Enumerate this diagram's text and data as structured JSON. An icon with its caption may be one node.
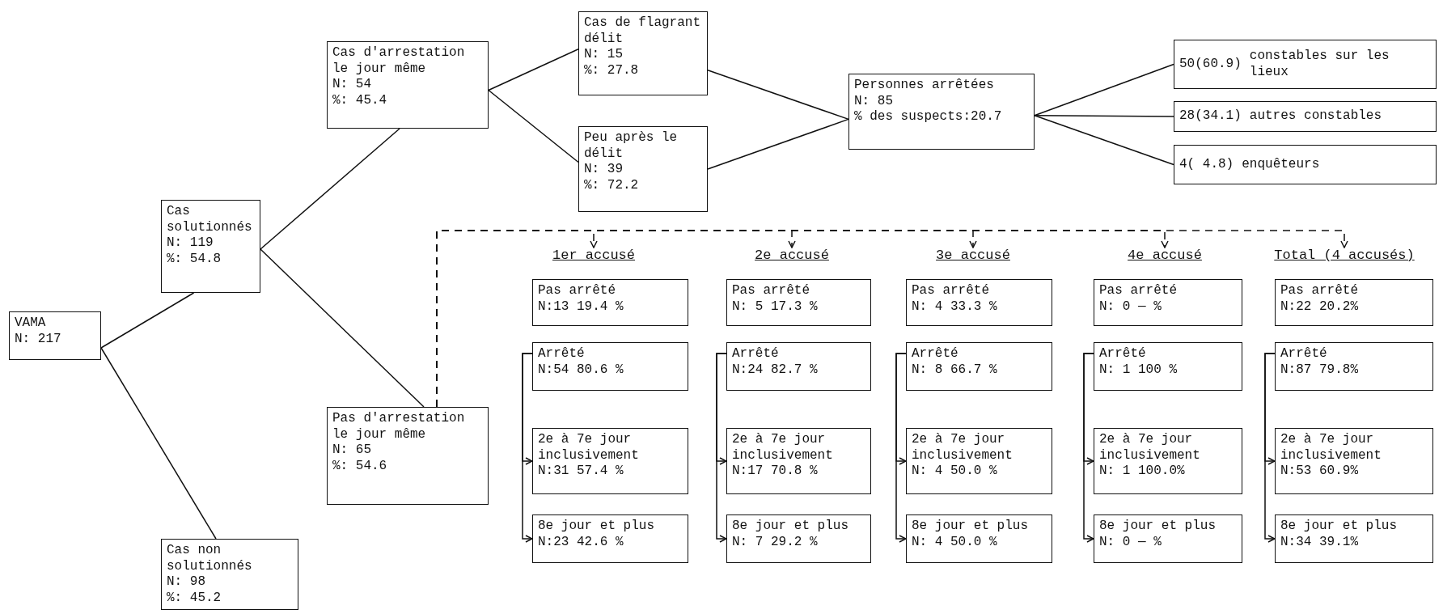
{
  "diagram": {
    "nodes": [
      {
        "text": [
          "VAMA",
          "N: 217"
        ]
      },
      {
        "text": [
          "Cas solutionnés",
          "N: 119",
          "%: 54.8"
        ]
      },
      {
        "text": [
          "Cas non solutionnés",
          "N: 98",
          "%: 45.2"
        ]
      },
      {
        "text": [
          "Cas d'arrestation le jour même",
          "N: 54",
          "%: 45.4"
        ]
      },
      {
        "text": [
          "Pas d'arrestation le jour même",
          "N: 65",
          "%: 54.6"
        ]
      },
      {
        "text": [
          "Cas de flagrant délit",
          "N: 15",
          "%: 27.8"
        ]
      },
      {
        "text": [
          "Peu après le délit",
          "N: 39",
          "%: 72.2"
        ]
      },
      {
        "text": [
          "Personnes arrêtées",
          "N: 85",
          "% des suspects:20.7"
        ]
      },
      {
        "text": [
          "50(60.9)",
          "constables sur les lieux"
        ]
      },
      {
        "text": [
          "28(34.1)",
          "autres constables"
        ]
      },
      {
        "text": [
          "4( 4.8)",
          "enquêteurs"
        ]
      },
      {
        "text": [
          "1er accusé"
        ]
      },
      {
        "text": [
          "2e accusé"
        ]
      },
      {
        "text": [
          "3e accusé"
        ]
      },
      {
        "text": [
          "4e accusé"
        ]
      },
      {
        "text": [
          "Total (4 accusés)"
        ]
      },
      {
        "text": [
          "Pas arrêté",
          "N:13 19.4 %"
        ]
      },
      {
        "text": [
          "Arrêté",
          "N:54 80.6 %"
        ]
      },
      {
        "text": [
          "2e à 7e jour inclusivement",
          "N:31 57.4 %"
        ]
      },
      {
        "text": [
          "8e jour et plus",
          "N:23 42.6 %"
        ]
      },
      {
        "text": [
          "Pas arrêté",
          "N: 5 17.3 %"
        ]
      },
      {
        "text": [
          "Arrêté",
          "N:24 82.7 %"
        ]
      },
      {
        "text": [
          "2e à 7e jour inclusivement",
          "N:17 70.8 %"
        ]
      },
      {
        "text": [
          "8e jour et plus",
          "N: 7 29.2 %"
        ]
      },
      {
        "text": [
          "Pas arrêté",
          "N: 4 33.3 %"
        ]
      },
      {
        "text": [
          "Arrêté",
          "N: 8 66.7 %"
        ]
      },
      {
        "text": [
          "2e à 7e jour inclusivement",
          "N: 4 50.0 %"
        ]
      },
      {
        "text": [
          "8e jour et plus",
          "N: 4 50.0 %"
        ]
      },
      {
        "text": [
          "Pas arrêté",
          "N: 0 — %"
        ]
      },
      {
        "text": [
          "Arrêté",
          "N: 1 100 %"
        ]
      },
      {
        "text": [
          "2e à 7e jour inclusivement",
          "N: 1 100.0%"
        ]
      },
      {
        "text": [
          "8e jour et plus",
          "N: 0 — %"
        ]
      },
      {
        "text": [
          "Pas arrêté",
          "N:22 20.2%"
        ]
      },
      {
        "text": [
          "Arrêté",
          "N:87 79.8%"
        ]
      },
      {
        "text": [
          "2e à 7e jour inclusivement",
          "N:53 60.9%"
        ]
      },
      {
        "text": [
          "8e jour et plus",
          "N:34 39.1%"
        ]
      }
    ],
    "edges": [
      {
        "from": 0,
        "to": 1,
        "arrow": "none"
      },
      {
        "from": 0,
        "to": 2,
        "arrow": "none"
      },
      {
        "from": 1,
        "to": 3,
        "arrow": "none"
      },
      {
        "from": 1,
        "to": 4,
        "arrow": "none"
      },
      {
        "from": 3,
        "to": 5,
        "arrow": "none"
      },
      {
        "from": 3,
        "to": 6,
        "arrow": "none"
      },
      {
        "from": 5,
        "to": 7,
        "arrow": "none"
      },
      {
        "from": 6,
        "to": 7,
        "arrow": "none"
      },
      {
        "from": 7,
        "to": 8,
        "arrow": "none"
      },
      {
        "from": 7,
        "to": 9,
        "arrow": "none"
      },
      {
        "from": 7,
        "to": 10,
        "arrow": "none"
      },
      {
        "from": 4,
        "to": 11,
        "arrow": "to",
        "style": "dashed"
      },
      {
        "from": 4,
        "to": 12,
        "arrow": "to",
        "style": "dashed"
      },
      {
        "from": 4,
        "to": 13,
        "arrow": "to",
        "style": "dashed"
      },
      {
        "from": 4,
        "to": 14,
        "arrow": "to",
        "style": "dashed"
      },
      {
        "from": 4,
        "to": 15,
        "arrow": "to",
        "style": "dashed"
      },
      {
        "from": 17,
        "to": 18,
        "arrow": "to"
      },
      {
        "from": 17,
        "to": 19,
        "arrow": "to"
      },
      {
        "from": 21,
        "to": 22,
        "arrow": "to"
      },
      {
        "from": 21,
        "to": 23,
        "arrow": "to"
      },
      {
        "from": 25,
        "to": 26,
        "arrow": "to"
      },
      {
        "from": 25,
        "to": 27,
        "arrow": "to"
      },
      {
        "from": 29,
        "to": 30,
        "arrow": "to"
      },
      {
        "from": 29,
        "to": 31,
        "arrow": "to"
      },
      {
        "from": 33,
        "to": 34,
        "arrow": "to"
      },
      {
        "from": 33,
        "to": 35,
        "arrow": "to"
      }
    ]
  }
}
